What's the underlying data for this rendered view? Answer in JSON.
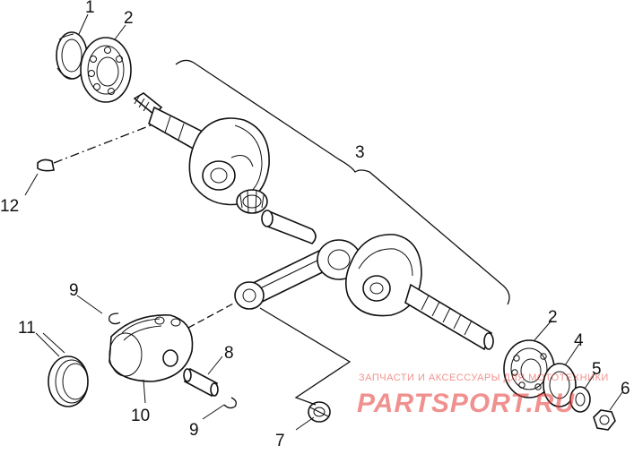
{
  "callouts": {
    "c1": "1",
    "c2a": "2",
    "c2b": "2",
    "c3": "3",
    "c4": "4",
    "c5": "5",
    "c6": "6",
    "c7": "7",
    "c8": "8",
    "c9a": "9",
    "c9b": "9",
    "c10": "10",
    "c11": "11",
    "c12": "12"
  },
  "watermark": {
    "caption": "ЗАПЧАСТИ И АКСЕССУАРЫ ДЛЯ МОТОТЕХНИКИ",
    "brand": "PARTSPORT.RU",
    "color": "#e53935"
  }
}
